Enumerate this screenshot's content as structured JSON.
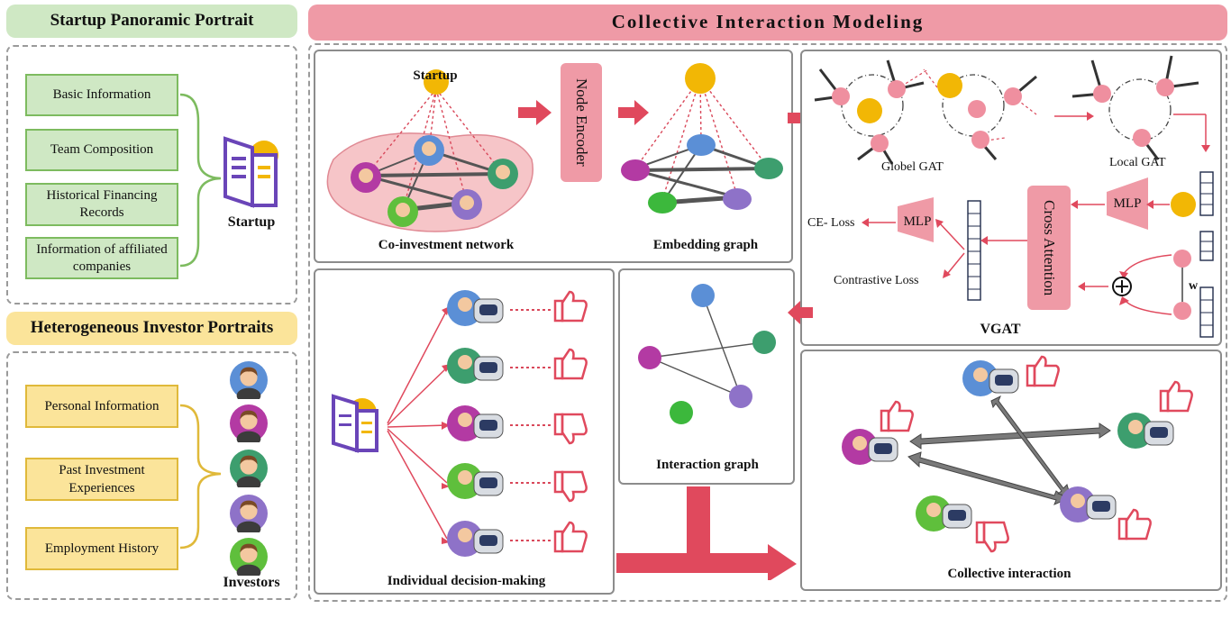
{
  "left": {
    "startup_title": "Startup Panoramic Portrait",
    "startup_items": [
      "Basic Information",
      "Team Composition",
      "Historical Financing Records",
      "Information of affiliated companies"
    ],
    "startup_label": "Startup",
    "investor_title": "Heterogeneous Investor Portraits",
    "investor_items": [
      "Personal Information",
      "Past Investment Experiences",
      "Employment History"
    ],
    "investor_label": "Investors"
  },
  "main": {
    "title": "Collective Interaction Modeling",
    "co_invest": {
      "startup_label": "Startup",
      "caption": "Co-investment network"
    },
    "node_encoder": "Node Encoder",
    "embedding_caption": "Embedding graph",
    "vgat": {
      "global_gat": "Globel GAT",
      "local_gat": "Local GAT",
      "mlp_right": "MLP",
      "mlp_left": "MLP",
      "cross_attention": "Cross Attention",
      "ce_loss": "CE- Loss",
      "contrastive_loss": "Contrastive Loss",
      "w_label": "w",
      "caption": "VGAT"
    },
    "individual_caption": "Individual decision-making",
    "interaction_caption": "Interaction graph",
    "collective_caption": "Collective interaction"
  },
  "colors": {
    "green_fill": "#cfe8c4",
    "yellow_fill": "#fbe49a",
    "pink": "#ef9aa6",
    "red_arrow": "#e0495d",
    "startup_node": "#f2b705"
  }
}
